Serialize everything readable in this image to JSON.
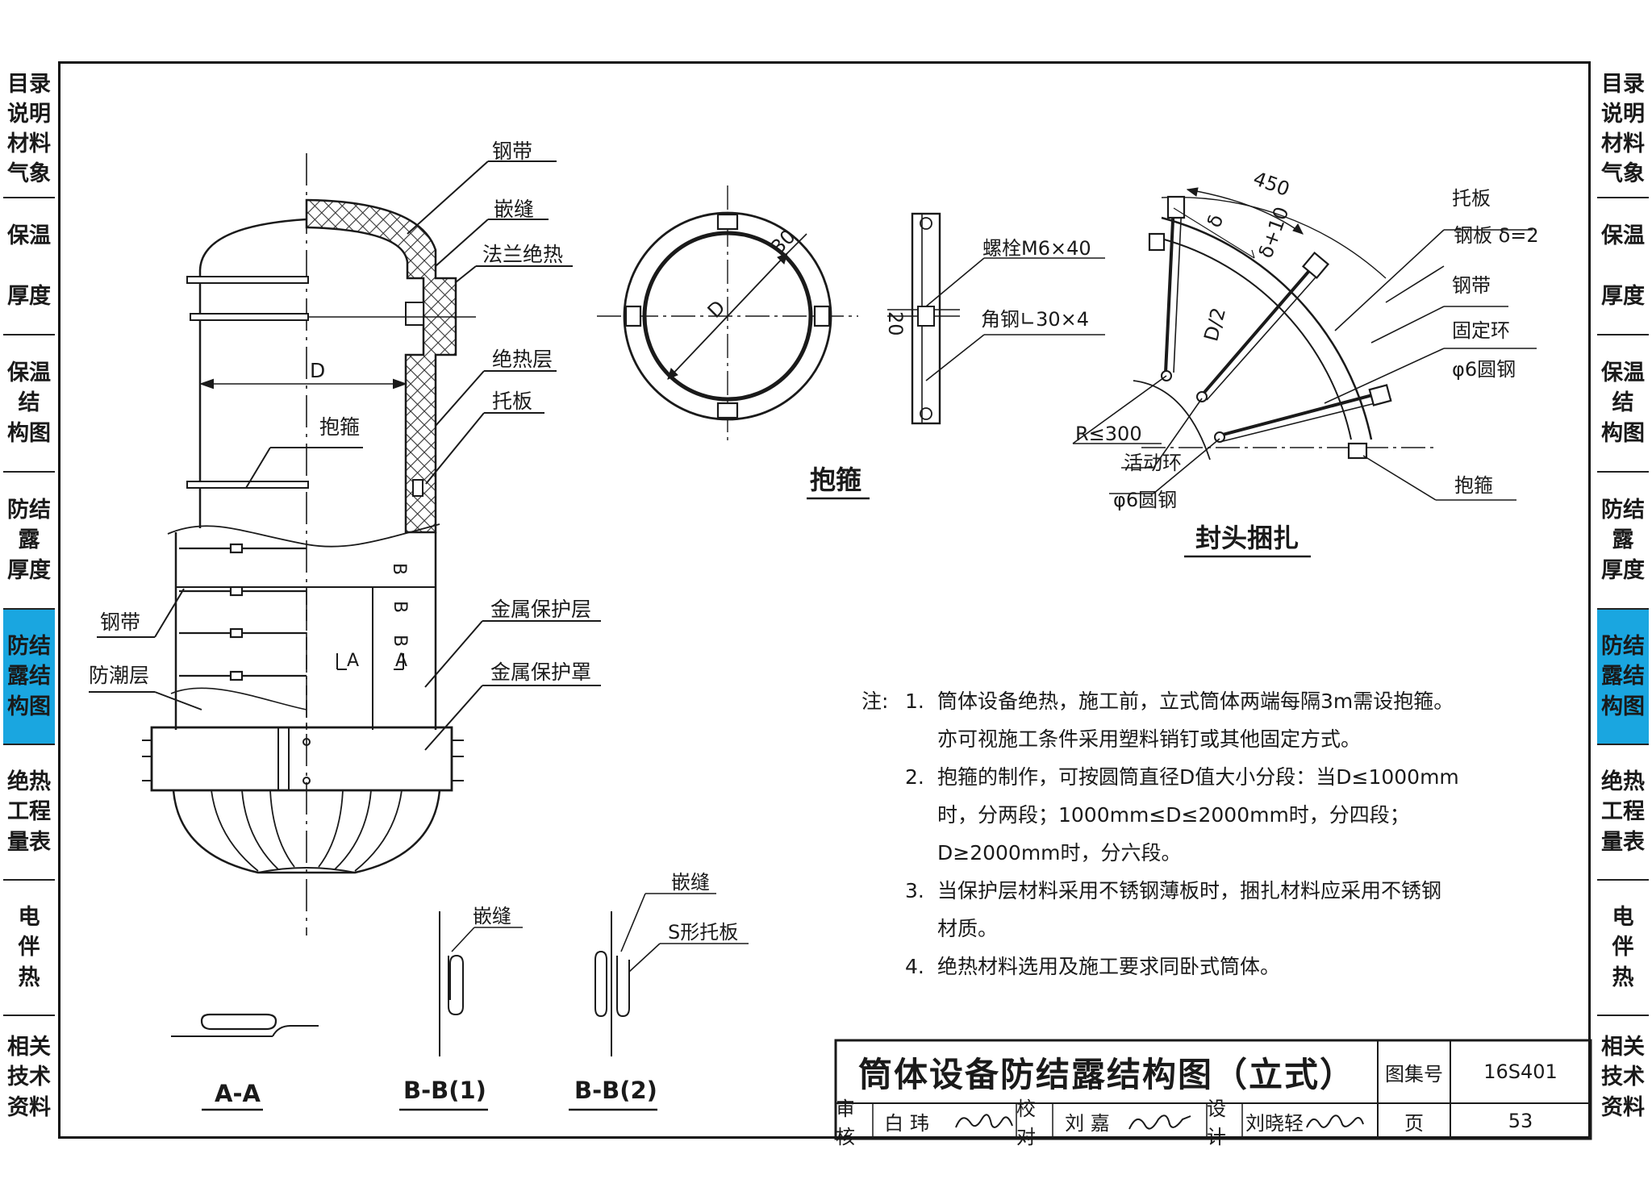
{
  "sidebar_left": [
    {
      "label": "目录\n说明\n材料\n气象",
      "active": false
    },
    {
      "label": "保温\n\n厚度",
      "active": false
    },
    {
      "label": "保温\n结\n构图",
      "active": false
    },
    {
      "label": "防结\n露\n厚度",
      "active": false
    },
    {
      "label": "防结\n露结\n构图",
      "active": true
    },
    {
      "label": "绝热\n工程\n量表",
      "active": false
    },
    {
      "label": "电\n伴\n热",
      "active": false
    },
    {
      "label": "相关\n技术\n资料",
      "active": false
    }
  ],
  "sidebar_right": [
    {
      "label": "目录\n说明\n材料\n气象",
      "active": false
    },
    {
      "label": "保温\n\n厚度",
      "active": false
    },
    {
      "label": "保温\n结\n构图",
      "active": false
    },
    {
      "label": "防结\n露\n厚度",
      "active": false
    },
    {
      "label": "防结\n露结\n构图",
      "active": true
    },
    {
      "label": "绝热\n工程\n量表",
      "active": false
    },
    {
      "label": "电\n伴\n热",
      "active": false
    },
    {
      "label": "相关\n技术\n资料",
      "active": false
    }
  ],
  "main_view": {
    "labels": {
      "steel_band_top": "钢带",
      "seam_top": "嵌缝",
      "flange_insulation": "法兰绝热",
      "insulation_layer": "绝热层",
      "support_plate": "托板",
      "hoop": "抱箍",
      "metal_protective_layer": "金属保护层",
      "steel_band_side": "钢带",
      "moisture_barrier": "防潮层",
      "metal_protective_cover": "金属保护罩",
      "dim_d": "D",
      "cut_b1": "B",
      "cut_b2": "B",
      "cut_b3": "B",
      "cut_a1": "A",
      "cut_a2": "A"
    }
  },
  "hoop_detail": {
    "title": "抱箍",
    "dim_30": "30",
    "dim_d": "D",
    "dim_20": "20",
    "bolt": "螺栓M6×40",
    "angle_steel": "角钢∟30×4"
  },
  "head_detail": {
    "title": "封头捆扎",
    "dim_450": "450",
    "dim_delta": "δ",
    "dim_delta10": "δ+10",
    "dim_d2": "D/2",
    "support_plate": "托板",
    "steel_plate": "钢板 δ=2",
    "steel_band": "钢带",
    "fixed_ring": "固定环",
    "round_steel_6": "φ6圆钢",
    "radius": "R≤300",
    "movable_ring": "活动环",
    "round_steel_6b": "φ6圆钢",
    "hoop": "抱箍"
  },
  "sections": {
    "aa": "A-A",
    "bb1": "B-B(1)",
    "bb2": "B-B(2)",
    "seam1": "嵌缝",
    "seam2": "嵌缝",
    "s_support": "S形托板"
  },
  "notes": {
    "head": "注:",
    "items": [
      {
        "num": "1.",
        "text": "筒体设备绝热，施工前，立式筒体两端每隔3m需设抱箍。\n亦可视施工条件采用塑料销钉或其他固定方式。"
      },
      {
        "num": "2.",
        "text": "抱箍的制作，可按圆筒直径D值大小分段：当D≤1000mm\n时，分两段；1000mm≤D≤2000mm时，分四段；\nD≥2000mm时，分六段。"
      },
      {
        "num": "3.",
        "text": "当保护层材料采用不锈钢薄板时，捆扎材料应采用不锈钢\n材质。"
      },
      {
        "num": "4.",
        "text": "绝热材料选用及施工要求同卧式筒体。"
      }
    ]
  },
  "title_block": {
    "title": "筒体设备防结露结构图（立式）",
    "atlas_label": "图集号",
    "atlas_no": "16S401",
    "review_label": "审核",
    "reviewer": "白 玮",
    "check_label": "校对",
    "checker": "刘 嘉",
    "design_label": "设计",
    "designer": "刘晓轻",
    "page_label": "页",
    "page_no": "53"
  }
}
